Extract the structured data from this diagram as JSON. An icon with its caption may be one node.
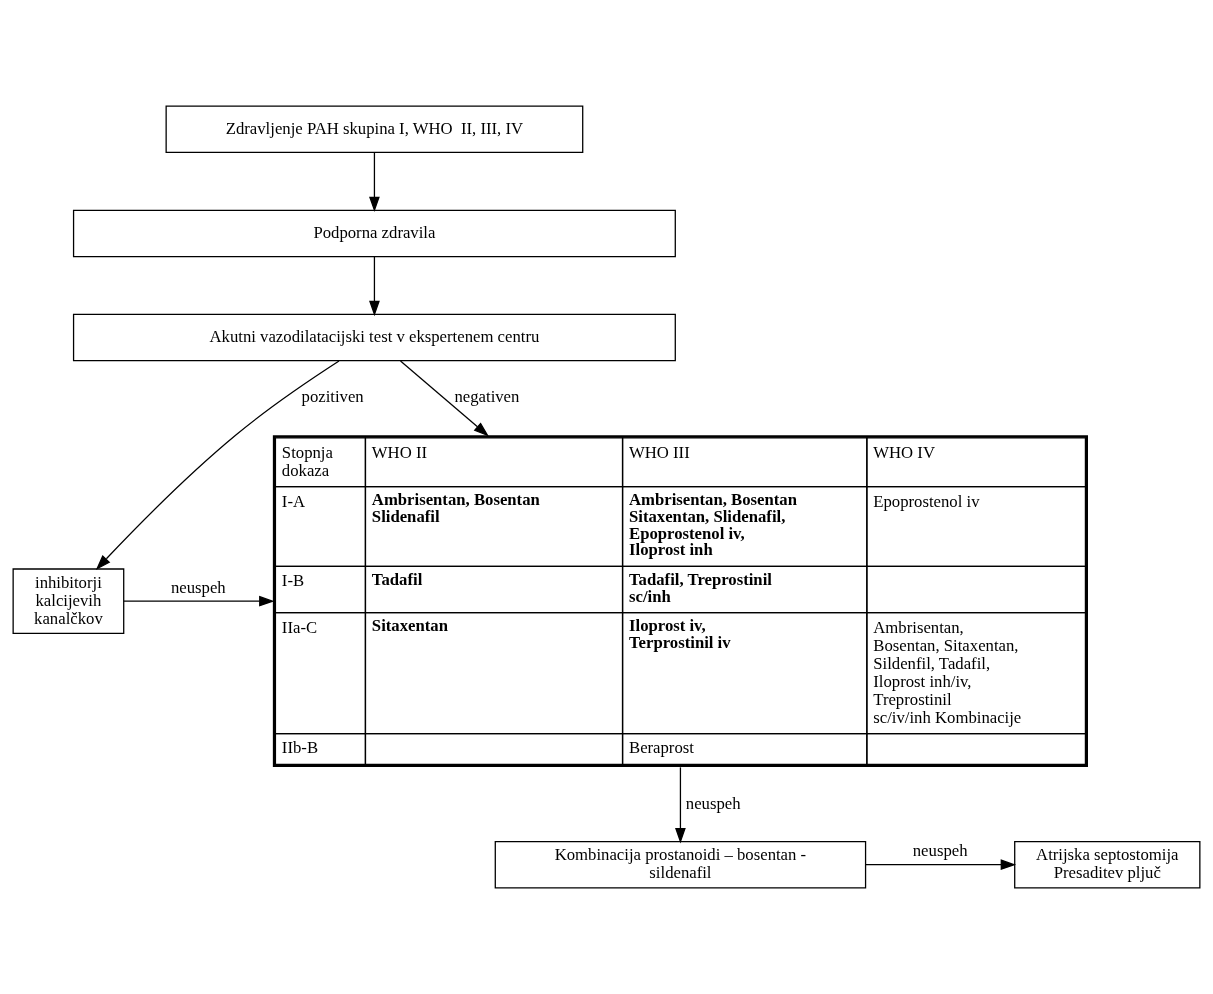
{
  "diagram": {
    "nodes": [
      {
        "text": [
          "Zdravljenje PAH skupina I, WHO  II, III, IV"
        ]
      },
      {
        "text": [
          "Podporna zdravila"
        ]
      },
      {
        "text": [
          "Akutni vazodilatacijski test v ekspertenem centru"
        ]
      },
      {
        "text": [
          "Stopnja dokaza",
          "WHO II",
          "WHO III",
          "WHO IV",
          "I-A",
          "Ambrisentan, Bosentan Slidenafil",
          "Ambrisentan, Bosentan Sitaxentan, Slidenafil, Epoprostenol iv, Iloprost inh",
          "Epoprostenol iv",
          "I-B",
          "Tadafil",
          "Tadafil, Treprostinil sc/inh",
          "IIa-C",
          "Sitaxentan",
          "Iloprost iv, Terprostinil iv",
          "Ambrisentan, Bosentan, Sitaxentan, Sildenfil, Tadafil, Iloprost inh/iv, Treprostinil sc/iv/inh Kombinacije",
          "IIb-B",
          "Beraprost"
        ]
      },
      {
        "text": [
          "inhibitorji kalcijevih kanalčkov"
        ]
      },
      {
        "text": [
          "Kombinacija prostanoidi – bosentan - sildenafil"
        ]
      },
      {
        "text": [
          "Atrijska septostomija Presaditev pljuč"
        ]
      }
    ],
    "edges": [
      {
        "from": 0,
        "to": 1,
        "arrow": "to"
      },
      {
        "from": 1,
        "to": 2,
        "arrow": "to"
      },
      {
        "from": 2,
        "to": 3,
        "arrow": "to",
        "label": "negativen"
      },
      {
        "from": 2,
        "to": 4,
        "arrow": "to",
        "label": "pozitiven"
      },
      {
        "from": 4,
        "to": 3,
        "arrow": "to",
        "label": "neuspeh"
      },
      {
        "from": 3,
        "to": 5,
        "arrow": "to",
        "label": "neuspeh"
      },
      {
        "from": 5,
        "to": 6,
        "arrow": "to",
        "label": "neuspeh"
      }
    ]
  }
}
